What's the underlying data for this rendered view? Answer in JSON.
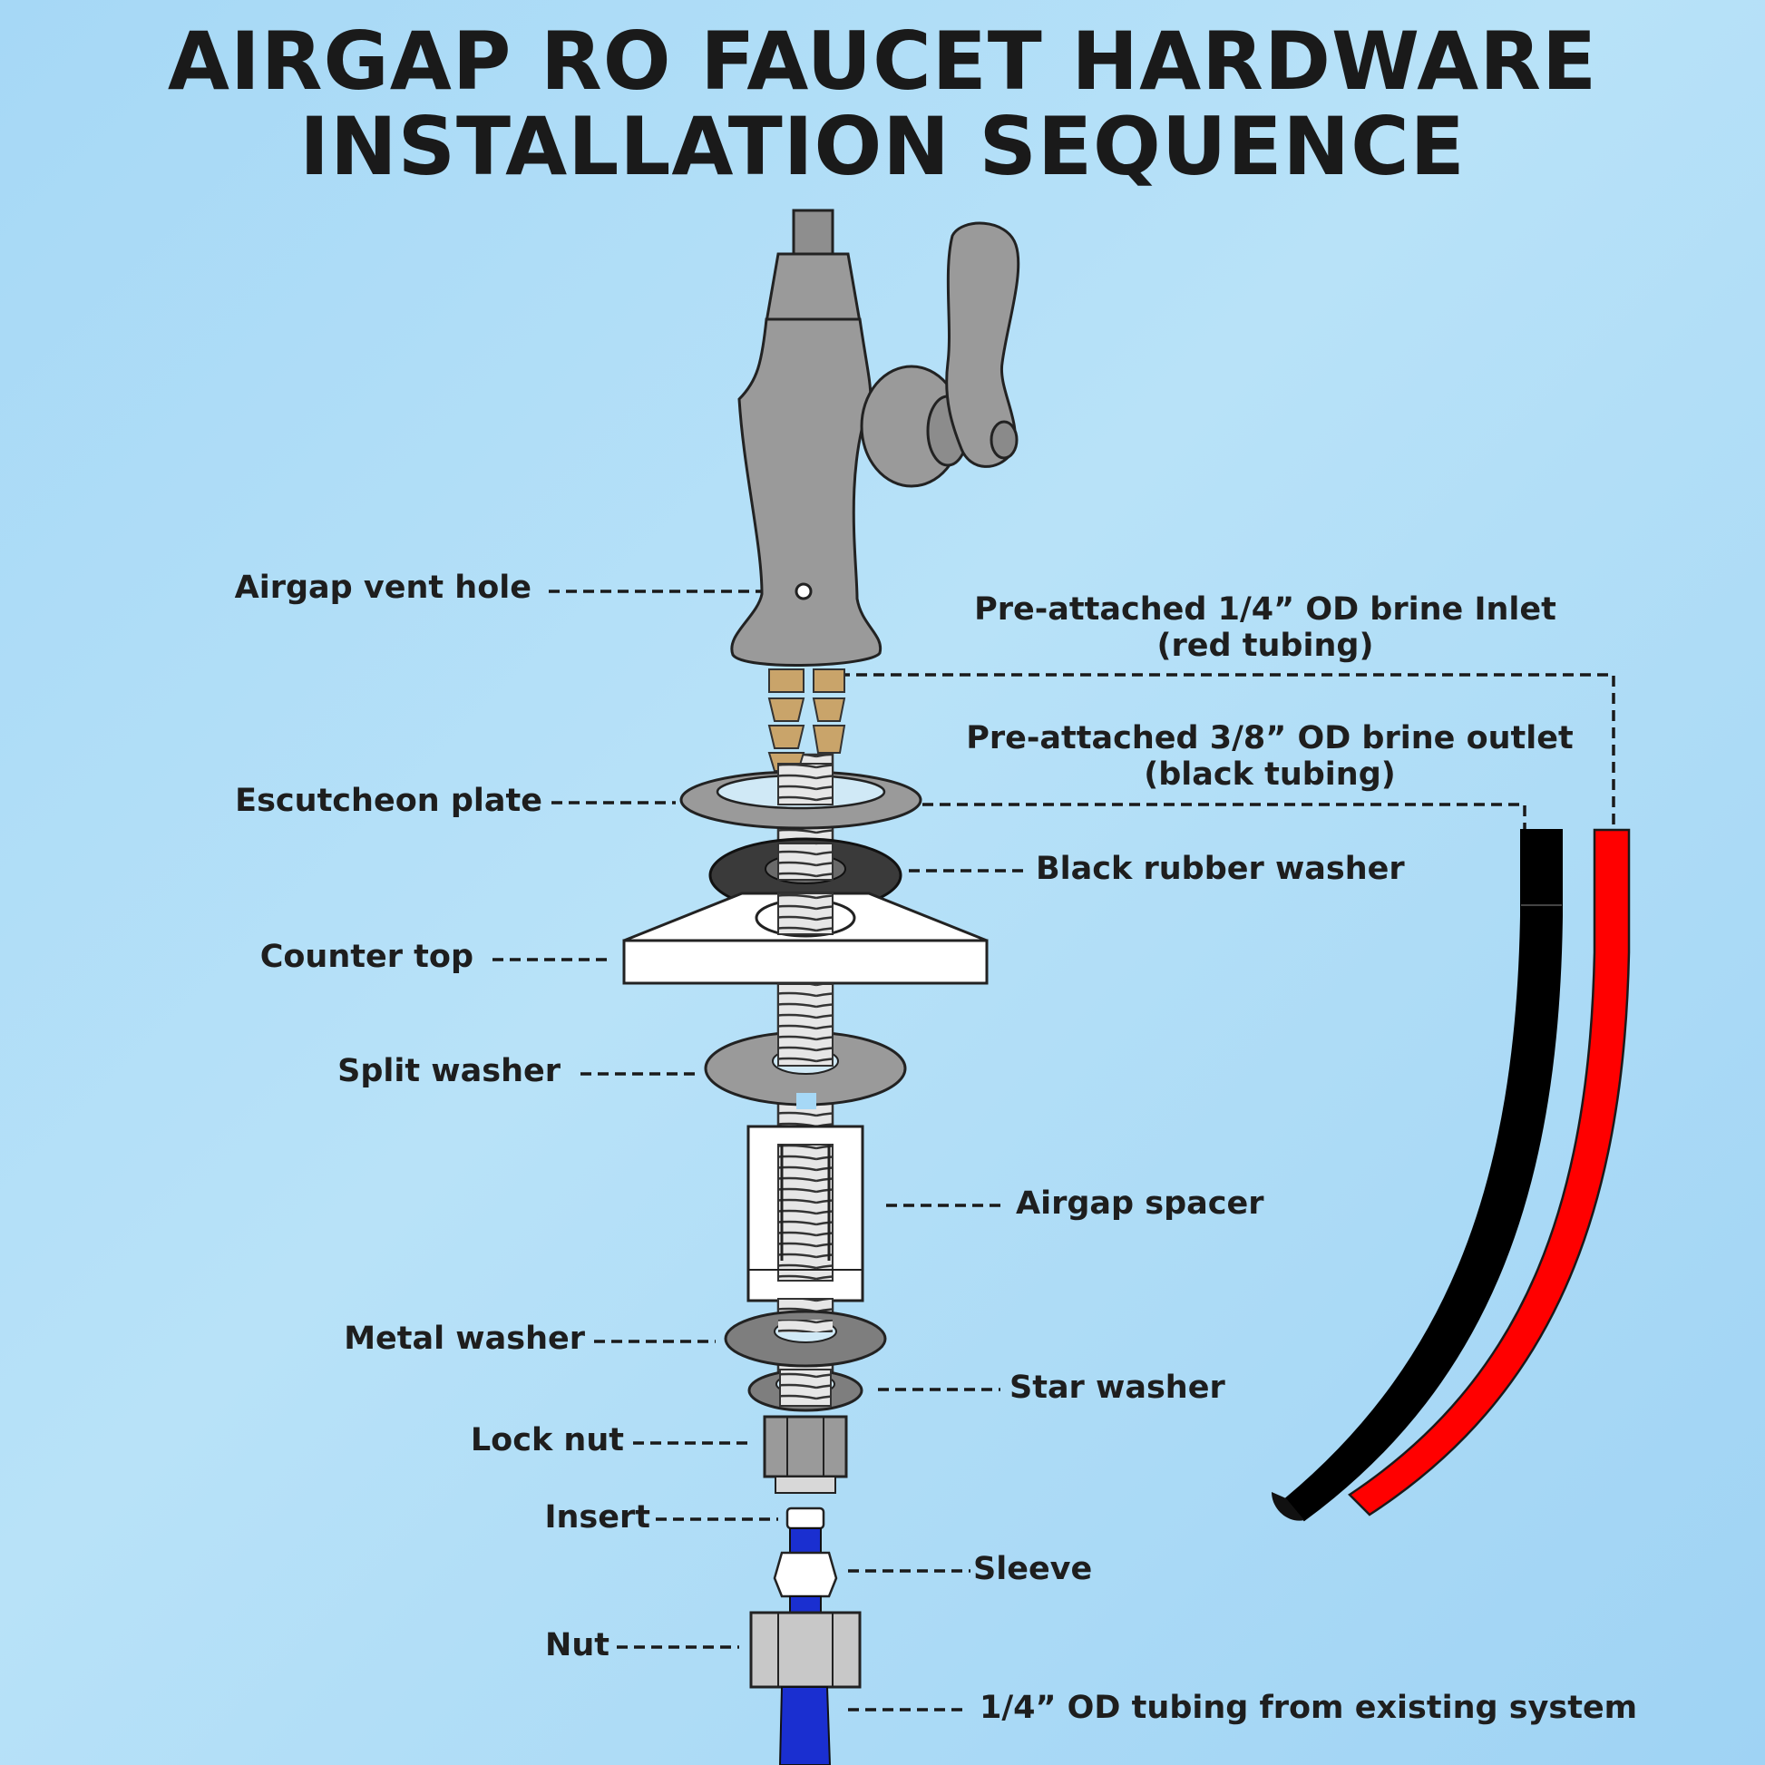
{
  "title": {
    "line1": "AIRGAP RO FAUCET HARDWARE",
    "line2": "INSTALLATION SEQUENCE"
  },
  "labels": {
    "airgap_vent_hole": "Airgap vent hole",
    "brine_inlet_line1": "Pre-attached 1/4” OD brine Inlet",
    "brine_inlet_line2": "(red tubing)",
    "brine_outlet_line1": "Pre-attached 3/8” OD brine outlet",
    "brine_outlet_line2": "(black tubing)",
    "escutcheon_plate": "Escutcheon plate",
    "black_rubber_washer": "Black rubber washer",
    "counter_top": "Counter top",
    "split_washer": "Split washer",
    "airgap_spacer": "Airgap spacer",
    "metal_washer": "Metal washer",
    "star_washer": "Star washer",
    "lock_nut": "Lock nut",
    "insert": "Insert",
    "sleeve": "Sleeve",
    "nut": "Nut",
    "tubing_existing": "1/4” OD tubing from existing system"
  },
  "colors": {
    "faucet_gray": "#9a9a9a",
    "brass": "#c9a46a",
    "rubber_black": "#3a3a3a",
    "red_tubing": "#ff0000",
    "black_tubing": "#000000",
    "blue_tubing": "#1a2fd0"
  }
}
